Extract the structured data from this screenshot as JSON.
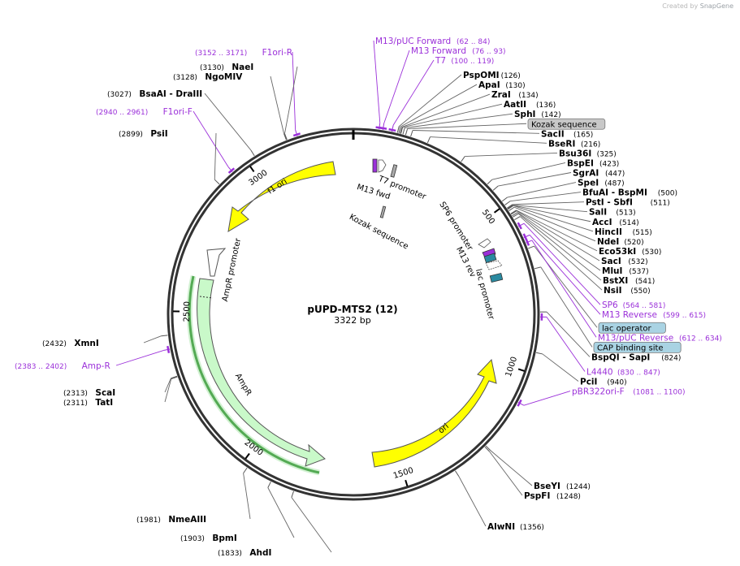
{
  "credit": {
    "prefix": "Created by",
    "brand": "SnapGene"
  },
  "plasmid": {
    "name": "pUPD-MTS2 (12)",
    "length_label": "3322 bp",
    "length": 3322
  },
  "colors": {
    "site": "#000000",
    "primer": "#9b30d9",
    "feature_box": "#c8c8c8",
    "feature_box_blue": "#a9d3e3",
    "ori": "#ffff00",
    "ampr": "#c9f9c9",
    "ampr_dark": "#1b7f1b"
  },
  "ticks": [
    {
      "pos": 500,
      "label": "500"
    },
    {
      "pos": 1000,
      "label": "1000"
    },
    {
      "pos": 1500,
      "label": "1500"
    },
    {
      "pos": 2000,
      "label": "2000"
    },
    {
      "pos": 2500,
      "label": "2500"
    },
    {
      "pos": 3000,
      "label": "3000"
    }
  ],
  "right_labels": [
    {
      "kind": "primer",
      "name": "M13/pUC Forward",
      "range": "(62 .. 84)",
      "pos": 73
    },
    {
      "kind": "primer",
      "name": "M13 Forward",
      "range": "(76 .. 93)",
      "pos": 84
    },
    {
      "kind": "primer",
      "name": "T7",
      "range": "(100 .. 119)",
      "pos": 110
    },
    {
      "kind": "site",
      "name": "PspOMI",
      "range": "(126)",
      "pos": 126
    },
    {
      "kind": "site",
      "name": "ApaI",
      "range": "(130)",
      "pos": 130
    },
    {
      "kind": "site",
      "name": "ZraI",
      "range": "(134)",
      "pos": 134
    },
    {
      "kind": "site",
      "name": "AatII",
      "range": "(136)",
      "pos": 136
    },
    {
      "kind": "site",
      "name": "SphI",
      "range": "(142)",
      "pos": 142
    },
    {
      "kind": "box",
      "name": "Kozak sequence",
      "range": "",
      "pos": 150
    },
    {
      "kind": "site",
      "name": "SacII",
      "range": "(165)",
      "pos": 165
    },
    {
      "kind": "site",
      "name": "BseRI",
      "range": "(216)",
      "pos": 216
    },
    {
      "kind": "site",
      "name": "Bsu36I",
      "range": "(325)",
      "pos": 325
    },
    {
      "kind": "site",
      "name": "BspEI",
      "range": "(423)",
      "pos": 423
    },
    {
      "kind": "site",
      "name": "SgrAI",
      "range": "(447)",
      "pos": 447
    },
    {
      "kind": "site",
      "name": "SpeI",
      "range": "(487)",
      "pos": 487
    },
    {
      "kind": "site",
      "name": "BfuAI - BspMI",
      "range": "(500)",
      "pos": 500
    },
    {
      "kind": "site",
      "name": "PstI - SbfI",
      "range": "(511)",
      "pos": 511
    },
    {
      "kind": "site",
      "name": "SalI",
      "range": "(513)",
      "pos": 513
    },
    {
      "kind": "site",
      "name": "AccI",
      "range": "(514)",
      "pos": 514
    },
    {
      "kind": "site",
      "name": "HincII",
      "range": "(515)",
      "pos": 515
    },
    {
      "kind": "site",
      "name": "NdeI",
      "range": "(520)",
      "pos": 520
    },
    {
      "kind": "site",
      "name": "Eco53kI",
      "range": "(530)",
      "pos": 530
    },
    {
      "kind": "site",
      "name": "SacI",
      "range": "(532)",
      "pos": 532
    },
    {
      "kind": "site",
      "name": "MluI",
      "range": "(537)",
      "pos": 537
    },
    {
      "kind": "site",
      "name": "BstXI",
      "range": "(541)",
      "pos": 541
    },
    {
      "kind": "site",
      "name": "NsiI",
      "range": "(550)",
      "pos": 550
    },
    {
      "kind": "primer",
      "name": "SP6",
      "range": "(564 .. 581)",
      "pos": 572
    },
    {
      "kind": "primer",
      "name": "M13 Reverse",
      "range": "(599 .. 615)",
      "pos": 607
    },
    {
      "kind": "boxblue",
      "name": "lac operator",
      "range": "",
      "pos": 640
    },
    {
      "kind": "primer",
      "name": "M13/pUC Reverse",
      "range": "(612 .. 634)",
      "pos": 623
    },
    {
      "kind": "boxblue",
      "name": "CAP binding site",
      "range": "",
      "pos": 700
    },
    {
      "kind": "site",
      "name": "BspQI - SapI",
      "range": "(824)",
      "pos": 824
    },
    {
      "kind": "primer",
      "name": "L4440",
      "range": "(830 .. 847)",
      "pos": 838
    },
    {
      "kind": "site",
      "name": "PciI",
      "range": "(940)",
      "pos": 940
    },
    {
      "kind": "primer",
      "name": "pBR322ori-F",
      "range": "(1081 .. 1100)",
      "pos": 1090
    }
  ],
  "bottom_right_labels": [
    {
      "kind": "site",
      "name": "BseYI",
      "range": "(1244)",
      "pos": 1244
    },
    {
      "kind": "site",
      "name": "PspFI",
      "range": "(1248)",
      "pos": 1248
    },
    {
      "kind": "site",
      "name": "AlwNI",
      "range": "(1356)",
      "pos": 1356
    }
  ],
  "bottom_left_labels": [
    {
      "kind": "site",
      "name": "NmeAIII",
      "range": "(1981)",
      "pos": 1981
    },
    {
      "kind": "site",
      "name": "BpmI",
      "range": "(1903)",
      "pos": 1903
    },
    {
      "kind": "site",
      "name": "AhdI",
      "range": "(1833)",
      "pos": 1833
    }
  ],
  "left_labels": [
    {
      "kind": "site",
      "name": "XmnI",
      "range": "(2432)",
      "pos": 2432
    },
    {
      "kind": "primer",
      "name": "Amp-R",
      "range": "(2383 .. 2402)",
      "pos": 2392
    },
    {
      "kind": "site",
      "name": "ScaI",
      "range": "(2313)",
      "pos": 2313
    },
    {
      "kind": "site",
      "name": "TatI",
      "range": "(2311)",
      "pos": 2311
    }
  ],
  "top_left_labels": [
    {
      "kind": "primer",
      "name": "F1ori-R",
      "range": "(3152 .. 3171)",
      "pos": 3161
    },
    {
      "kind": "site",
      "name": "NaeI",
      "range": "(3130)",
      "pos": 3130
    },
    {
      "kind": "site",
      "name": "NgoMIV",
      "range": "(3128)",
      "pos": 3128
    },
    {
      "kind": "site",
      "name": "BsaAI - DraIII",
      "range": "(3027)",
      "pos": 3027
    },
    {
      "kind": "primer",
      "name": "F1ori-F",
      "range": "(2940 .. 2961)",
      "pos": 2950
    },
    {
      "kind": "site",
      "name": "PsiI",
      "range": "(2899)",
      "pos": 2899
    }
  ],
  "inner_features": [
    {
      "name": "M13 fwd",
      "pos": 84
    },
    {
      "name": "T7 promoter",
      "pos": 110
    },
    {
      "name": "Kozak sequence",
      "pos": 150
    },
    {
      "name": "SP6 promoter",
      "pos": 572
    },
    {
      "name": "M13 rev",
      "pos": 607
    },
    {
      "name": "lac promoter",
      "pos": 700
    },
    {
      "name": "f1 ori",
      "pos": 2950
    },
    {
      "name": "AmpR promoter",
      "pos": 2500
    },
    {
      "name": "AmpR",
      "pos": 2200
    },
    {
      "name": "ori",
      "pos": 1400
    }
  ]
}
